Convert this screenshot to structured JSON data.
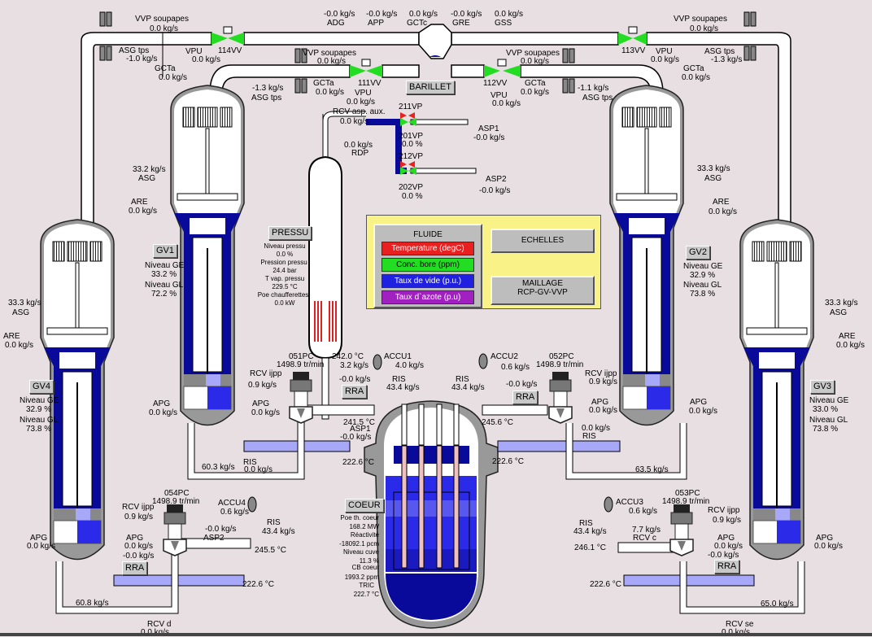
{
  "colors": {
    "background": "#e8dfe2",
    "pipe": "#ffffff",
    "water_dark": "#0a0a9a",
    "water_mid": "#2a2ae8",
    "water_light": "#a8a8f8",
    "valve_open": "#22dd22",
    "valve_closed": "#ee2222",
    "panel": "#f8f287"
  },
  "top_header": {
    "items": [
      {
        "value": "-0.0 kg/s",
        "label": "ADG"
      },
      {
        "value": "-0.0 kg/s",
        "label": "APP"
      },
      {
        "value": "0.0 kg/s",
        "label": "GCTc"
      },
      {
        "value": "-0.0 kg/s",
        "label": "GRE"
      },
      {
        "value": "0.0 kg/s",
        "label": "GSS"
      }
    ]
  },
  "barillet": {
    "label": "BARILLET"
  },
  "valves": {
    "v114": "114VV",
    "v111": "111VV",
    "v112": "112VV",
    "v113": "113VV"
  },
  "left_outer_steam": {
    "vvp_label": "VVP soupapes",
    "vvp_value": "0.0 kg/s",
    "asg_label": "ASG tps",
    "asg_value": "-1.0 kg/s",
    "vpu_label": "VPU",
    "vpu_value": "0.0 kg/s",
    "gcta_label": "GCTa",
    "gcta_value": "0.0 kg/s"
  },
  "left_inner_steam": {
    "vvp_label": "VVP soupapes",
    "vvp_value": "0.0 kg/s",
    "asg_label": "ASG tps",
    "asg_value": "-1.3 kg/s",
    "gcta_label": "GCTa",
    "gcta_value": "0.0 kg/s",
    "vpu_label": "VPU",
    "vpu_value": "0.0 kg/s"
  },
  "right_inner_steam": {
    "vvp_label": "VVP soupapes",
    "vvp_value": "0.0 kg/s",
    "asg_label": "ASG tps",
    "asg_value": "-1.1 kg/s",
    "gcta_label": "GCTa",
    "gcta_value": "0.0 kg/s",
    "vpu_label": "VPU",
    "vpu_value": "0.0 kg/s"
  },
  "right_outer_steam": {
    "vvp_label": "VVP soupapes",
    "vvp_value": "0.0 kg/s",
    "asg_label": "ASG tps",
    "asg_value": "-1.3 kg/s",
    "vpu_label": "VPU",
    "vpu_value": "0.0 kg/s",
    "gcta_label": "GCTa",
    "gcta_value": "0.0 kg/s"
  },
  "rcv_aux": {
    "rcv_label": "RCV asp. aux.",
    "rcv_value": "0.0 kg/s",
    "rdp_label": "RDP",
    "rdp_value": "0.0 kg/s",
    "v211": "211VP",
    "v201": "201VP",
    "v201_pct": "0.0 %",
    "v212": "212VP",
    "v202": "202VP",
    "v202_pct": "0.0 %",
    "asp1_label": "ASP1",
    "asp1_value": "-0.0 kg/s",
    "asp2_label": "ASP2",
    "asp2_value": "-0.0 kg/s"
  },
  "gv1": {
    "button": "GV1",
    "asg_value": "33.2 kg/s",
    "asg_label": "ASG",
    "are_label": "ARE",
    "are_value": "0.0 kg/s",
    "ge_label": "Niveau GE",
    "ge_value": "33.2 %",
    "gl_label": "Niveau GL",
    "gl_value": "72.2 %"
  },
  "gv2": {
    "button": "GV2",
    "asg_value": "33.3 kg/s",
    "asg_label": "ASG",
    "are_label": "ARE",
    "are_value": "0.0 kg/s",
    "ge_label": "Niveau GE",
    "ge_value": "32.9 %",
    "gl_label": "Niveau GL",
    "gl_value": "73.8 %"
  },
  "gv3": {
    "button": "GV3",
    "asg_value": "33.3 kg/s",
    "asg_label": "ASG",
    "are_label": "ARE",
    "are_value": "0.0 kg/s",
    "ge_label": "Niveau GE",
    "ge_value": "33.0 %",
    "gl_label": "Niveau GL",
    "gl_value": "73.8 %"
  },
  "gv4": {
    "button": "GV4",
    "asg_value": "33.3 kg/s",
    "asg_label": "ASG",
    "are_label": "ARE",
    "are_value": "0.0 kg/s",
    "ge_label": "Niveau GE",
    "ge_value": "32.9 %",
    "gl_label": "Niveau GL",
    "gl_value": "73.8 %"
  },
  "pressu": {
    "button": "PRESSU",
    "niveau_label": "Niveau pressu",
    "niveau_value": "0.0 %",
    "pression_label": "Pression pressu",
    "pression_value": "24.4 bar",
    "tvap_label": "T vap. pressu",
    "tvap_value": "229.5 °C",
    "poe_label": "Poe chaufferettes",
    "poe_value": "0.0 kW",
    "surge_temp": "242.0 °C",
    "surge_flow": "3.2 kg/s"
  },
  "panel": {
    "fluide_title": "FLUIDE",
    "fluide_buttons": [
      {
        "label": "Temperature (degC)",
        "color": "#e82020"
      },
      {
        "label": "Conc. bore (ppm)",
        "color": "#22dd22"
      },
      {
        "label": "Taux de vide (p.u.)",
        "color": "#2020e0"
      },
      {
        "label": "Taux d`azote (p.u)",
        "color": "#a020c0"
      }
    ],
    "echelles": "ECHELLES",
    "maillage_line1": "MAILLAGE",
    "maillage_line2": "RCP-GV-VVP"
  },
  "loop1": {
    "pump": "051PC",
    "pump_speed": "1498.9 tr/min",
    "rcv_label": "RCV ijpp",
    "rcv_value": "0.9 kg/s",
    "apg_left_label": "APG",
    "apg_left_value": "0.0 kg/s",
    "apg_right_label": "APG",
    "apg_right_value": "0.0 kg/s",
    "rra_value": "-0.0 kg/s",
    "rra": "RRA",
    "accu": "ACCU1",
    "accu_value": "4.0 kg/s",
    "ris_label": "RIS",
    "ris_value": "43.4 kg/s",
    "cold_temp": "241.5 °C",
    "asp_label": "ASP1",
    "asp_value": "-0.0 kg/s",
    "hot_temp": "222.6 °C",
    "loop_flow": "60.3 kg/s",
    "ris2_label": "RIS",
    "ris2_value": "0.0 kg/s"
  },
  "loop2": {
    "pump": "052PC",
    "pump_speed": "1498.9 tr/min",
    "rcv_label": "RCV ijpp",
    "rcv_value": "0.9 kg/s",
    "apg_left_label": "APG",
    "apg_left_value": "0.0 kg/s",
    "apg_right_label": "APG",
    "apg_right_value": "0.0 kg/s",
    "rra_value": "-0.0 kg/s",
    "rra": "RRA",
    "accu": "ACCU2",
    "accu_value": "0.6 kg/s",
    "ris_label": "RIS",
    "ris_value": "43.4 kg/s",
    "cold_temp": "245.6 °C",
    "hot_temp": "222.6 °C",
    "ris2_label": "RIS",
    "ris2_value": "0.0 kg/s",
    "loop_flow": "63.5 kg/s"
  },
  "loop3": {
    "pump": "053PC",
    "pump_speed": "1498.9 tr/min",
    "rcv_label": "RCV ijpp",
    "rcv_value": "0.9 kg/s",
    "apg_left_label": "APG",
    "apg_left_value": "0.0 kg/s",
    "apg_right_label": "APG",
    "apg_right_value": "0.0 kg/s",
    "rra_value": "-0.0 kg/s",
    "rra": "RRA",
    "accu": "ACCU3",
    "accu_value": "0.6 kg/s",
    "ris_label": "RIS",
    "ris_value": "43.4 kg/s",
    "rcvc_value": "7.7 kg/s",
    "rcvc_label": "RCV c",
    "cold_temp": "246.1 °C",
    "hot_temp": "222.6 °C",
    "loop_flow": "65.0 kg/s",
    "rcvse_label": "RCV se",
    "rcvse_value": "0.0 kg/s"
  },
  "loop4": {
    "pump": "054PC",
    "pump_speed": "1498.9 tr/min",
    "rcv_label": "RCV ijpp",
    "rcv_value": "0.9 kg/s",
    "apg_left_label": "APG",
    "apg_left_value": "0.0 kg/s",
    "apg_right_label": "APG",
    "apg_right_value": "0.0 kg/s",
    "rra_value": "-0.0 kg/s",
    "rra": "RRA",
    "accu": "ACCU4",
    "accu_value": "0.6 kg/s",
    "ris_label": "RIS",
    "ris_value": "43.4 kg/s",
    "asp_value": "-0.0 kg/s",
    "asp_label": "ASP2",
    "cold_temp": "245.5 °C",
    "hot_temp": "222.6 °C",
    "loop_flow": "60.8 kg/s",
    "rcvd_label": "RCV d",
    "rcvd_value": "0.0 kg/s"
  },
  "coeur": {
    "button": "COEUR",
    "poe_label": "Poe th. coeur",
    "poe_value": "168.2 MW",
    "reac_label": "Réactivité",
    "reac_value": "-18092.1 pcm",
    "niveau_label": "Niveau cuve",
    "niveau_value": "11.3 %",
    "cb_label": "CB coeur",
    "cb_value": "1993.2 ppm",
    "tric_label": "TRIC",
    "tric_value": "222.7 °C"
  }
}
